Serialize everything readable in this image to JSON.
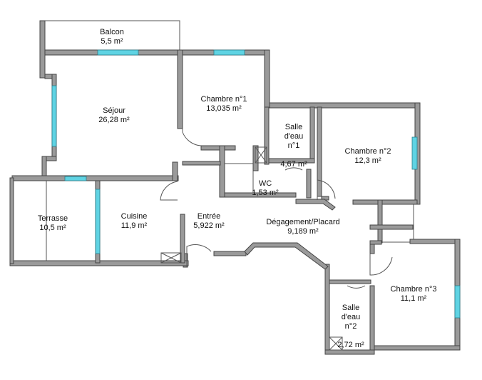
{
  "rooms": [
    {
      "id": "balcon",
      "name": "Balcon",
      "area": "5,5  m²"
    },
    {
      "id": "sejour",
      "name": "Séjour",
      "area": "26,28  m²"
    },
    {
      "id": "chambre1",
      "name": "Chambre n°1",
      "area": "13,035  m²"
    },
    {
      "id": "salle1",
      "name": "Salle\nd'eau\nn°1",
      "area": "4,67  m²"
    },
    {
      "id": "chambre2",
      "name": "Chambre n°2",
      "area": "12,3  m²"
    },
    {
      "id": "wc",
      "name": "WC",
      "area": "1,53  m²"
    },
    {
      "id": "terrasse",
      "name": "Terrasse",
      "area": "10,5  m²"
    },
    {
      "id": "cuisine",
      "name": "Cuisine",
      "area": "11,9  m²"
    },
    {
      "id": "entree",
      "name": "Entrée",
      "area": "5,922  m²"
    },
    {
      "id": "degagement",
      "name": "Dégagement/Placard",
      "area": "9,189  m²"
    },
    {
      "id": "salle2",
      "name": "Salle\nd'eau\nn°2",
      "area": "2,72  m²"
    },
    {
      "id": "chambre3",
      "name": "Chambre n°3",
      "area": "11,1  m²"
    }
  ],
  "colors": {
    "wall": "#9a9a9a",
    "window": "#5fd3e3",
    "background": "#ffffff"
  }
}
